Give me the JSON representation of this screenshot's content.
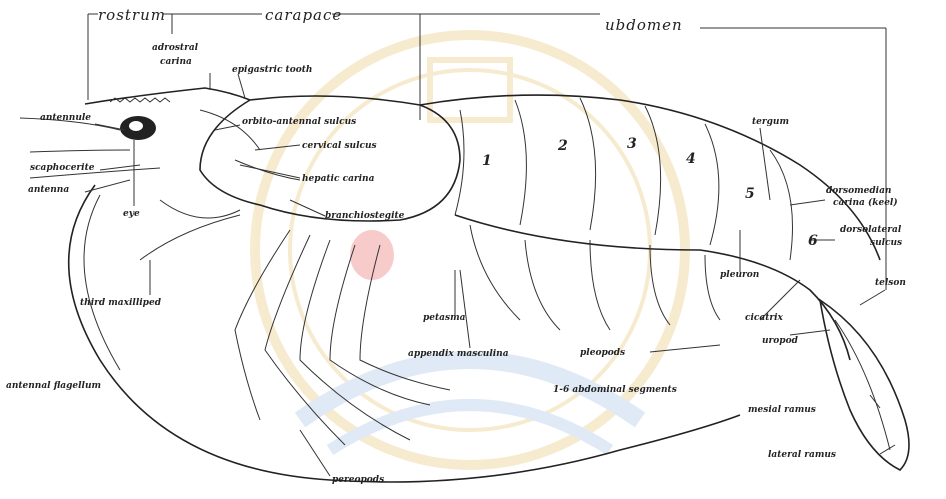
{
  "header": {
    "rostrum": "rostrum",
    "carapace": "carapace",
    "abdomen": "ubdomen"
  },
  "labels": {
    "adrostral_carina_1": "adrostral",
    "adrostral_carina_2": "carina",
    "epigastric_tooth": "epigastric tooth",
    "antennule": "antennule",
    "orbito_antennal_sulcus": "orbito-antennal sulcus",
    "scaphocerite": "scaphocerite",
    "cervical_sulcus": "cervical sulcus",
    "antenna": "antenna",
    "hepatic_carina": "hepatic carina",
    "eye": "eye",
    "branchiostegite": "branchiostegite",
    "tergum": "tergum",
    "dorsomedian_1": "dorsomedian",
    "dorsomedian_2": "carina (keel)",
    "dorsolateral_1": "dorsolateral",
    "dorsolateral_2": "sulcus",
    "telson": "telson",
    "third_maxilliped": "third maxilliped",
    "petasma": "petasma",
    "pleuron": "pleuron",
    "cicatrix": "cicatrix",
    "uropod": "uropod",
    "appendix_masculina": "appendix masculina",
    "pleopods": "pleopods",
    "antennal_flagellum": "antennal flagellum",
    "abdominal_segments": "1-6 abdominal segments",
    "mesial_ramus": "mesial ramus",
    "lateral_ramus": "lateral ramus",
    "pereopods": "pereopods"
  },
  "segments": [
    "1",
    "2",
    "3",
    "4",
    "5",
    "6"
  ],
  "colors": {
    "ink": "#222222",
    "watermark_gold": "#e8c878",
    "watermark_blue": "#a9c4e8",
    "highlight_red": "#f2a0a0"
  }
}
